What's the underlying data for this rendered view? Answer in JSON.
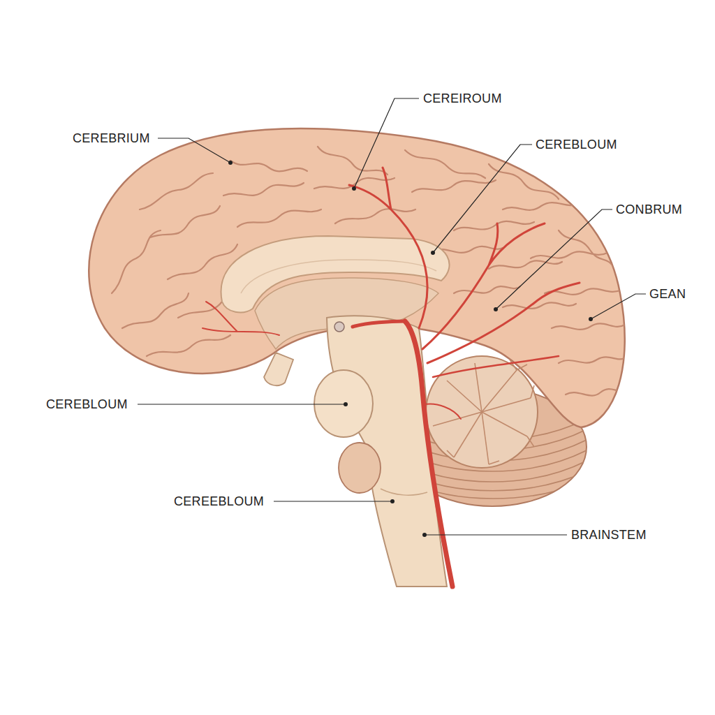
{
  "diagram": {
    "labels": [
      "CEREIROUM",
      "CEREBRIUM",
      "CEREBLOUM",
      "CONBRUM",
      "GEAN",
      "CEREBLOUM",
      "CEREEBLOUM",
      "BRAINSTEM"
    ]
  }
}
